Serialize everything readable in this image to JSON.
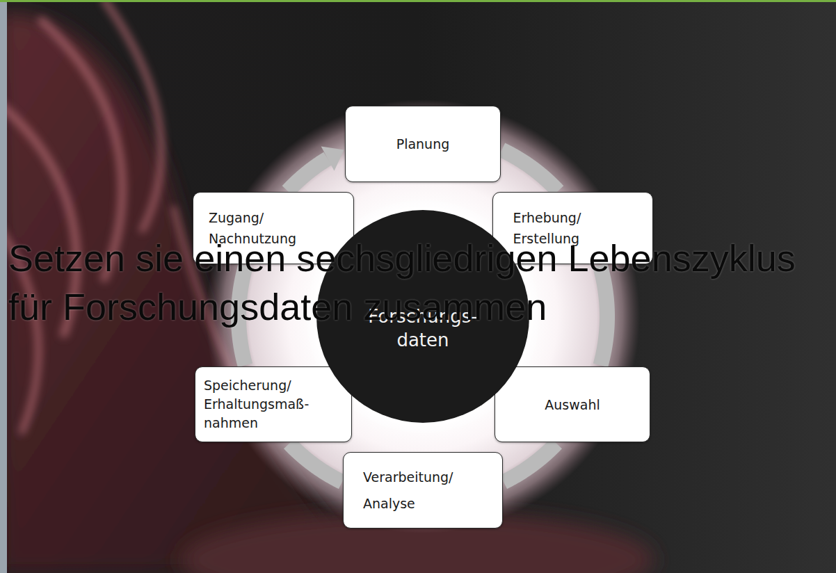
{
  "diagram": {
    "title": "Setzen sie einen sechsgliedrigen Lebenszyklus für Forschungsdaten zusammen",
    "nodes": [
      {
        "text": [
          "Planung"
        ]
      },
      {
        "text": [
          "Erhebung/ Erstellung"
        ]
      },
      {
        "text": [
          "Auswahl"
        ]
      },
      {
        "text": [
          "Verarbeitung/ Analyse"
        ]
      },
      {
        "text": [
          "Speicherung/ Erhaltungsmaß- nahmen"
        ]
      },
      {
        "text": [
          "Zugang/ Nachnutzung"
        ]
      },
      {
        "text": [
          "Forschungs- daten"
        ]
      }
    ],
    "edges": [
      {
        "from": 0,
        "to": 1,
        "arrow": "none"
      },
      {
        "from": 1,
        "to": 2,
        "arrow": "none"
      },
      {
        "from": 2,
        "to": 3,
        "arrow": "none"
      },
      {
        "from": 3,
        "to": 4,
        "arrow": "none"
      },
      {
        "from": 4,
        "to": 5,
        "arrow": "none"
      },
      {
        "from": 5,
        "to": 0,
        "arrow": "to"
      }
    ]
  }
}
